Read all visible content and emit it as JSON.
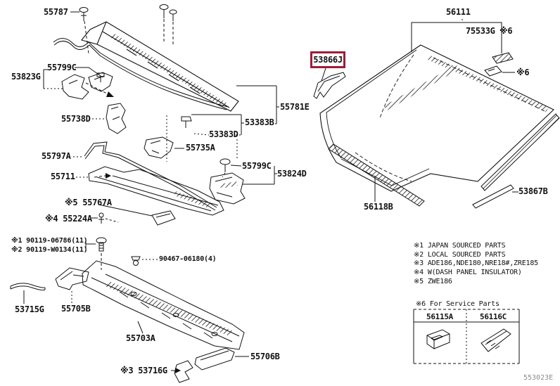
{
  "diagram": {
    "line_color": "#111111",
    "highlight_color": "#9e1c38",
    "footer_code": "553023E"
  },
  "parts": {
    "p55787": "55787",
    "p53823G": "53823G",
    "p55799C_upper": "55799C",
    "p55738D": "55738D",
    "p55781E": "55781E",
    "p53383B": "53383B",
    "p53383D": "53383D",
    "p55735A": "55735A",
    "p55797A": "55797A",
    "p55711": "55711",
    "p55799C_lower": "55799C",
    "p53824D": "53824D",
    "p55767A": "※5 55767A",
    "p55224A": "※4 55224A",
    "bolt1": "※1 90119-06786(11)",
    "bolt2": "※2 90119-W0134(11)",
    "clip90467": "90467-06180(4)",
    "p53715G": "53715G",
    "p55705B": "55705B",
    "p55703A": "55703A",
    "p55706B": "55706B",
    "p53716G": "※3 53716G",
    "p53866J": "53866J",
    "p56111": "56111",
    "p75533G": "75533G",
    "marker6_top": "※6",
    "marker6_right": "※6",
    "p56118B": "56118B",
    "p53867B": "53867B"
  },
  "notes": {
    "n1": "※1 JAPAN SOURCED PARTS",
    "n2": "※2 LOCAL SOURCED PARTS",
    "n3": "※3 ADE186,NDE180,NRE18#,ZRE185",
    "n4": "※4 W(DASH PANEL INSULATOR)",
    "n5": "※5 ZWE186"
  },
  "service_table": {
    "title": "※6 For Service Parts",
    "columns": [
      "56115A",
      "56116C"
    ]
  }
}
